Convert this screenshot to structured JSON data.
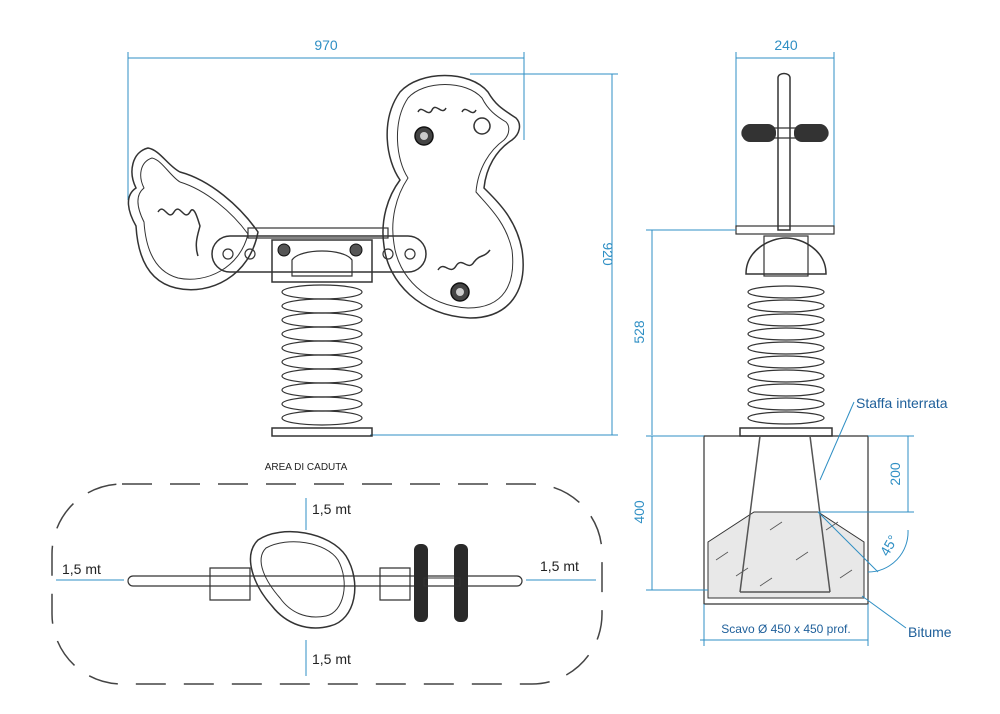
{
  "dimensions": {
    "total_width": "970",
    "total_height": "920",
    "side_width": "240",
    "seat_height": "528",
    "foundation_depth": "400",
    "anchor_depth": "200",
    "angle": "45°"
  },
  "labels": {
    "buried_bracket": "Staffa interrata",
    "bitumen": "Bitume",
    "excavation": "Scavo Ø 450 x 450 prof.",
    "fall_area": "AREA DI CADUTA"
  },
  "fall_area": {
    "top": "1,5 mt",
    "bottom": "1,5 mt",
    "left": "1,5 mt",
    "right": "1,5 mt"
  },
  "colors": {
    "dimension": "#2f8fc4",
    "line": "#333333"
  }
}
